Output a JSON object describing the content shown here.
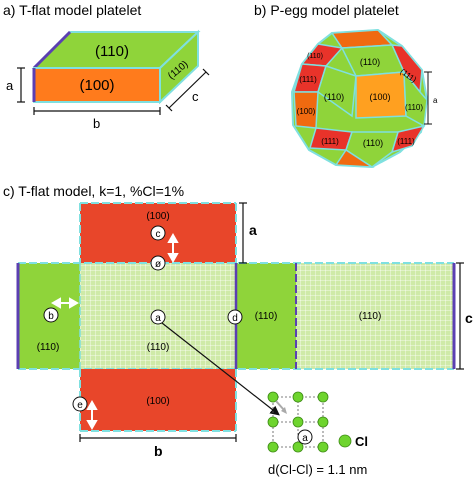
{
  "panel_a": {
    "title": "a) T-flat model platelet",
    "top_face": "(110)",
    "front_face": "(100)",
    "side_face": "(110)",
    "dim_a": "a",
    "dim_b": "b",
    "dim_c": "c"
  },
  "panel_b": {
    "title": "b) P-egg model platelet",
    "faces": [
      "(110)",
      "(100)",
      "(110)",
      "(110)",
      "(100)",
      "(110)",
      "(111)",
      "(111)",
      "(111)",
      "(111)",
      "(110)"
    ],
    "dim_a": "a"
  },
  "panel_c": {
    "title": "c) T-flat model, k=1, %Cl=1%",
    "top_face": "(100)",
    "left_face": "(110)",
    "center_face": "(110)",
    "mid_right_face": "(110)",
    "right_face": "(110)",
    "bottom_face": "(100)",
    "dim_a": "a",
    "dim_b": "b",
    "dim_c": "c",
    "marker_a": "a",
    "marker_b": "b",
    "marker_c": "c",
    "marker_d": "d",
    "marker_e": "e",
    "marker_empty": "ø",
    "inset_marker": "a",
    "legend_label": "Cl",
    "distance_label": "d(Cl-Cl) = 1.1 nm"
  },
  "colors": {
    "green": "#8fd43a",
    "orange": "#ff7b1c",
    "red": "#e8332a",
    "light_green": "#c4e69a",
    "cyan_edge": "#7fe0e0",
    "purple_edge": "#5b3fb2",
    "dark_orange": "#f06a10"
  }
}
